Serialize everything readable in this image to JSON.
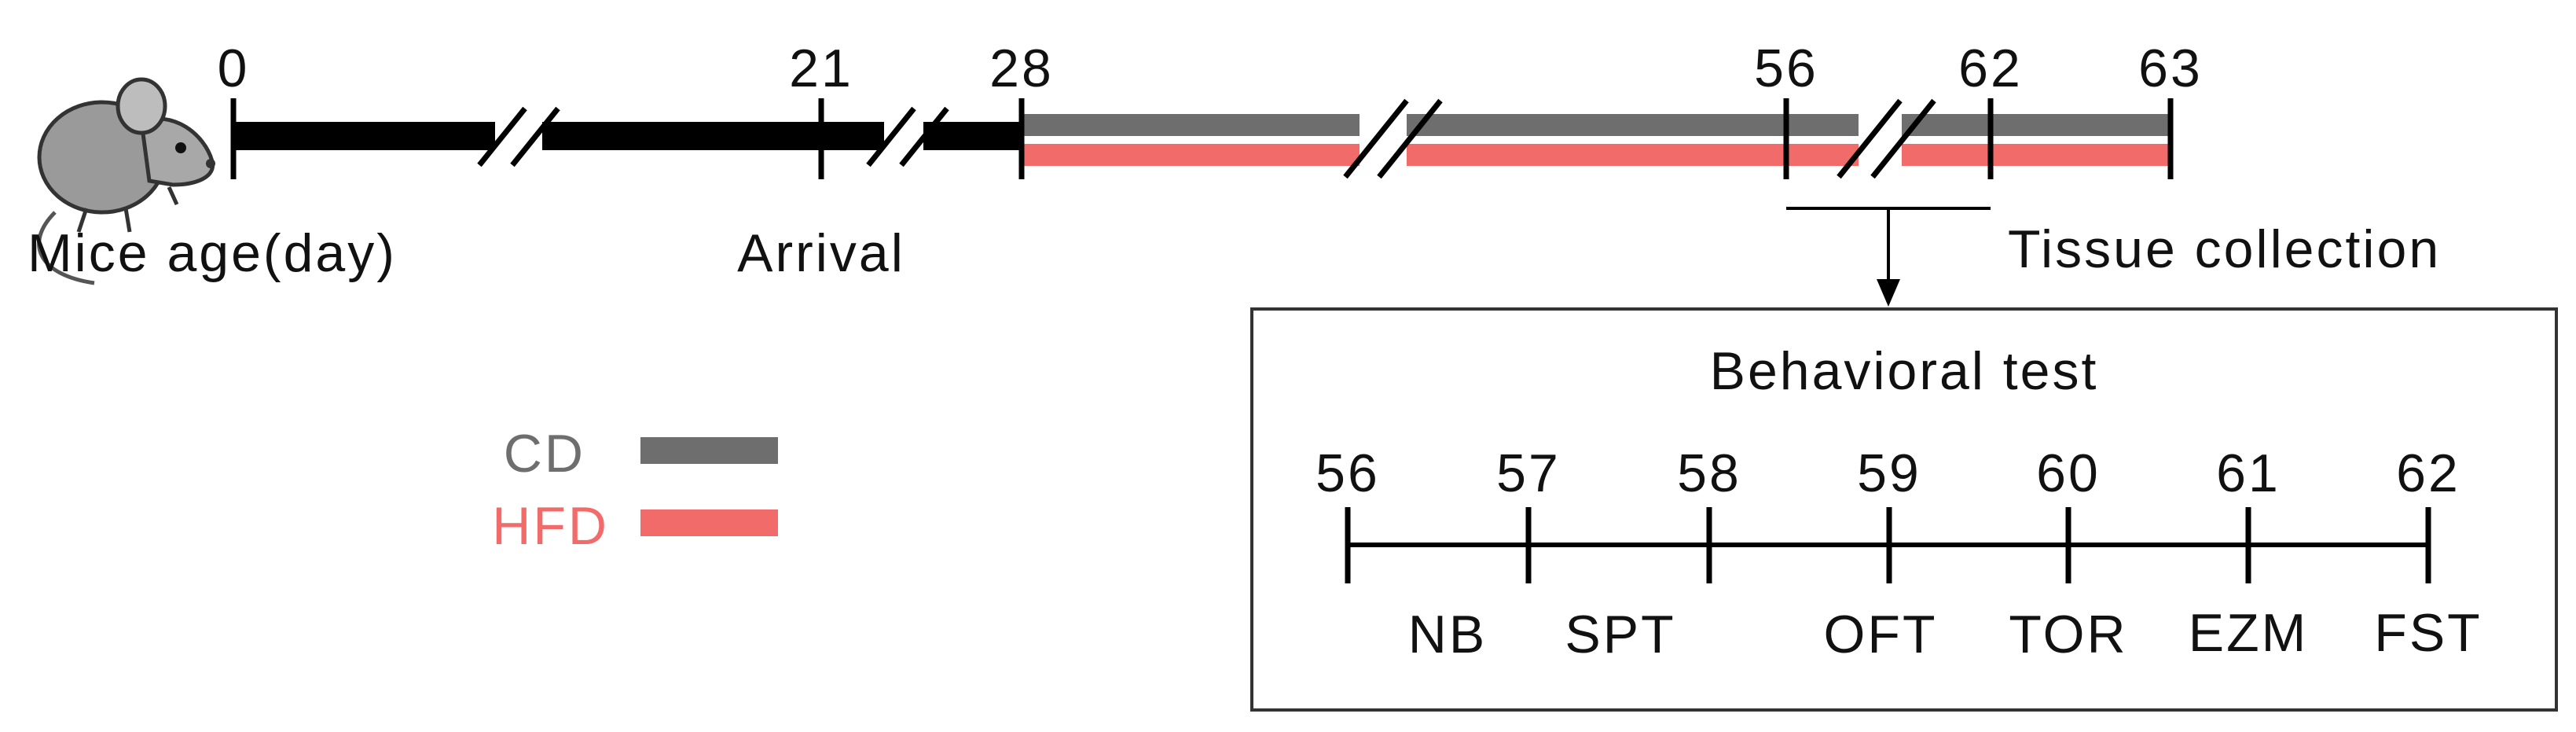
{
  "timeline": {
    "day_labels": [
      "0",
      "21",
      "28",
      "56",
      "62",
      "63"
    ],
    "age_label": "Mice age(day)",
    "arrival_label": "Arrival",
    "tissue_label": "Tissue collection"
  },
  "legend": {
    "cd_label": "CD",
    "hfd_label": "HFD"
  },
  "behavior_box": {
    "title": "Behavioral test",
    "days": [
      "56",
      "57",
      "58",
      "59",
      "60",
      "61",
      "62"
    ],
    "tests": [
      "NB",
      "SPT",
      "OFT",
      "TOR",
      "EZM",
      "FST"
    ]
  },
  "colors": {
    "black_bar": "#000000",
    "cd": "#6e6e6e",
    "hfd": "#f26b6b",
    "text": "#111111"
  },
  "icons": {
    "mouse": "mouse-icon"
  }
}
